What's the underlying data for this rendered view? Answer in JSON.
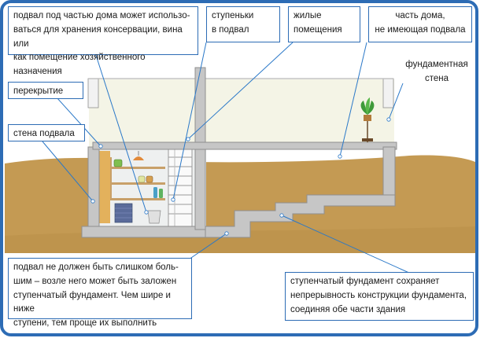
{
  "labels": {
    "basement_storage": "подвал под частью дома может использо-\nваться для хранения консервации, вина или\nкак помещение хозяйственного назначения",
    "basement_stairs": "ступеньки\nв подвал",
    "living_rooms": "жилые\nпомещения",
    "no_basement_part": "часть дома,\nне имеющая подвала",
    "foundation_wall": "фундаментная\nстена",
    "floor_slab": "перекрытие",
    "basement_wall": "стена подвала",
    "basement_size_note": "подвал не должен быть слишком боль-\nшим – возле него может быть заложен\nступенчатый фундамент. Чем шире и ниже\nступени, тем проще их выполнить",
    "stepped_foundation_note": "ступенчатый фундамент сохраняет\nнепрерывность конструкции фундамента,\nсоединяя обе части здания"
  },
  "colors": {
    "frame": "#2d6cb5",
    "leader": "#2a78c8",
    "concrete": "#c6c6c6",
    "concrete_edge": "#8f8f8f",
    "soil": "#c49a53",
    "interior": "#f4f4e6",
    "basement_room": "#eef0f0",
    "stair_wall": "#e3b15c"
  },
  "icons": [
    "plant-icon",
    "lamp-icon",
    "jar-icon",
    "bucket-icon",
    "basket-icon",
    "bottle-icon"
  ]
}
